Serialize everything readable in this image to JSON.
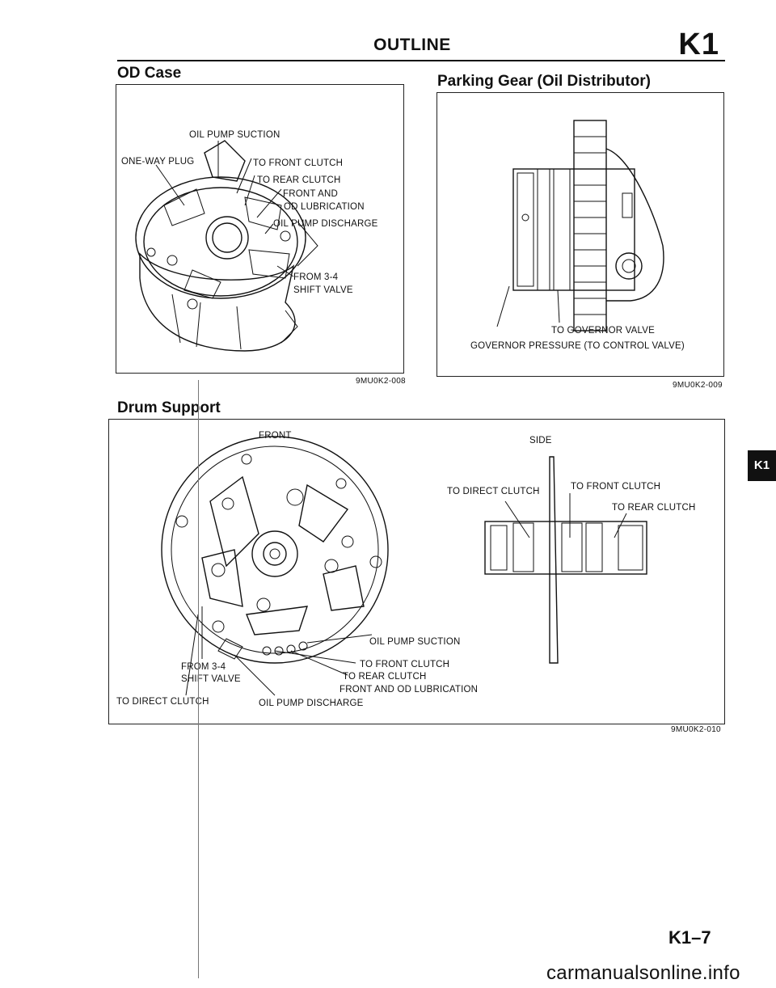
{
  "header": {
    "title": "OUTLINE",
    "section": "K1"
  },
  "od_case": {
    "title": "OD Case",
    "figure_code": "9MU0K2-008",
    "labels": {
      "oil_pump_suction": "OIL PUMP SUCTION",
      "one_way_plug": "ONE-WAY PLUG",
      "to_front_clutch": "TO FRONT CLUTCH",
      "to_rear_clutch": "TO REAR CLUTCH",
      "front_and": "FRONT AND",
      "od_lubrication": "OD LUBRICATION",
      "oil_pump_discharge": "OIL PUMP DISCHARGE",
      "from_3_4": "FROM 3-4",
      "shift_valve": "SHIFT VALVE"
    }
  },
  "parking_gear": {
    "title": "Parking Gear (Oil Distributor)",
    "figure_code": "9MU0K2-009",
    "labels": {
      "to_governor_valve": "TO GOVERNOR VALVE",
      "governor_pressure": "GOVERNOR PRESSURE (TO CONTROL VALVE)"
    }
  },
  "drum_support": {
    "title": "Drum Support",
    "figure_code": "9MU0K2-010",
    "labels": {
      "front": "FRONT",
      "side": "SIDE",
      "to_direct_clutch_side": "TO DIRECT CLUTCH",
      "to_front_clutch_side": "TO FRONT CLUTCH",
      "to_rear_clutch_side": "TO REAR CLUTCH",
      "oil_pump_suction": "OIL PUMP SUCTION",
      "to_front_clutch": "TO FRONT CLUTCH",
      "to_rear_clutch": "TO REAR CLUTCH",
      "front_and_od_lubrication": "FRONT AND OD LUBRICATION",
      "from_3_4": "FROM 3-4",
      "shift_valve": "SHIFT VALVE",
      "to_direct_clutch": "TO DIRECT CLUTCH",
      "oil_pump_discharge": "OIL PUMP DISCHARGE"
    }
  },
  "side_tab": {
    "label": "K1"
  },
  "footer": {
    "page_number": "K1–7",
    "watermark": "carmanualsonline.info"
  }
}
